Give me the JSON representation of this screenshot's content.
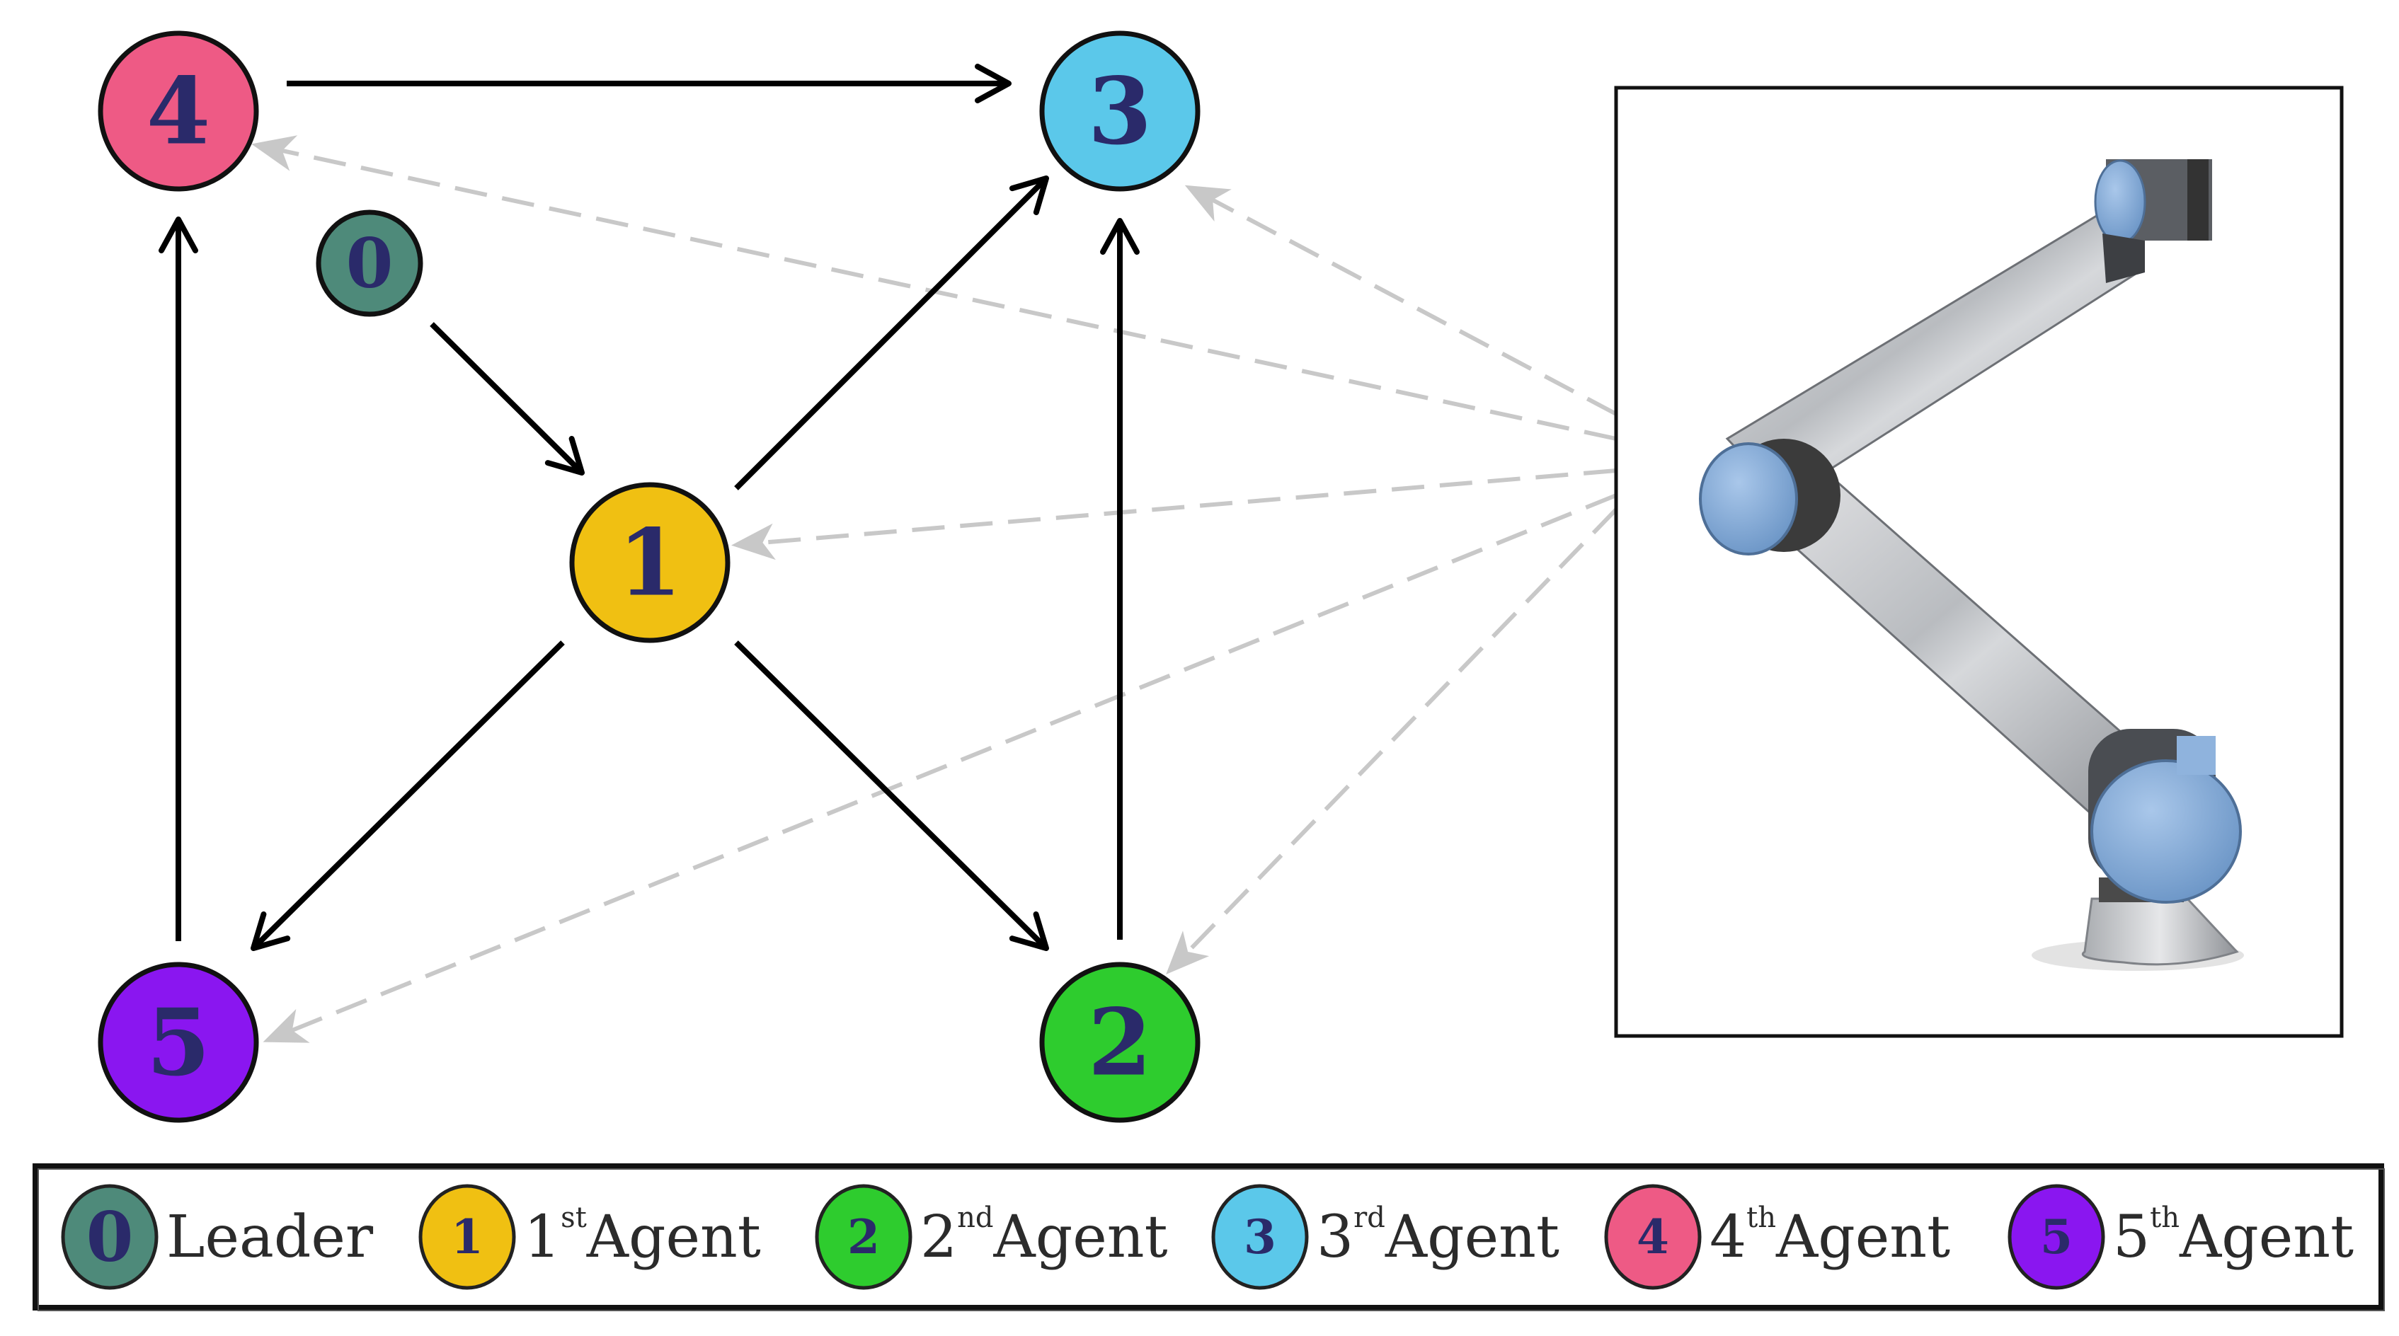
{
  "nodes": [
    {
      "id": "0",
      "label": "0",
      "color": "#4e8a7a"
    },
    {
      "id": "1",
      "label": "1",
      "color": "#f0c012"
    },
    {
      "id": "2",
      "label": "2",
      "color": "#2ecc2e"
    },
    {
      "id": "3",
      "label": "3",
      "color": "#5bc8ea"
    },
    {
      "id": "4",
      "label": "4",
      "color": "#ee5a85"
    },
    {
      "id": "5",
      "label": "5",
      "color": "#8a16f0"
    }
  ],
  "edges": [
    {
      "from": "0",
      "to": "1",
      "style": "solid"
    },
    {
      "from": "1",
      "to": "3",
      "style": "solid"
    },
    {
      "from": "1",
      "to": "2",
      "style": "solid"
    },
    {
      "from": "1",
      "to": "5",
      "style": "solid"
    },
    {
      "from": "4",
      "to": "3",
      "style": "solid"
    },
    {
      "from": "5",
      "to": "4",
      "style": "solid"
    },
    {
      "from": "2",
      "to": "3",
      "style": "solid"
    },
    {
      "from": "robot",
      "to": "4",
      "style": "dashed"
    },
    {
      "from": "robot",
      "to": "3",
      "style": "dashed"
    },
    {
      "from": "robot",
      "to": "1",
      "style": "dashed"
    },
    {
      "from": "robot",
      "to": "5",
      "style": "dashed"
    },
    {
      "from": "robot",
      "to": "2",
      "style": "dashed"
    }
  ],
  "legend": {
    "items": [
      {
        "node": "0",
        "text": "Leader",
        "sup": "",
        "suffix": ""
      },
      {
        "node": "1",
        "text": "1",
        "sup": "st",
        "suffix": "Agent"
      },
      {
        "node": "2",
        "text": "2",
        "sup": "nd",
        "suffix": "Agent"
      },
      {
        "node": "3",
        "text": "3",
        "sup": "rd",
        "suffix": "Agent"
      },
      {
        "node": "4",
        "text": "4",
        "sup": "th",
        "suffix": "Agent"
      },
      {
        "node": "5",
        "text": "5",
        "sup": "th",
        "suffix": "Agent"
      }
    ]
  },
  "robot_image": {
    "icon": "robot-arm-icon",
    "accent_color": "#7fa8d4"
  },
  "colors": {
    "solid_edge": "#000000",
    "dashed_edge": "#c8c8c8",
    "node_border": "#111111"
  }
}
